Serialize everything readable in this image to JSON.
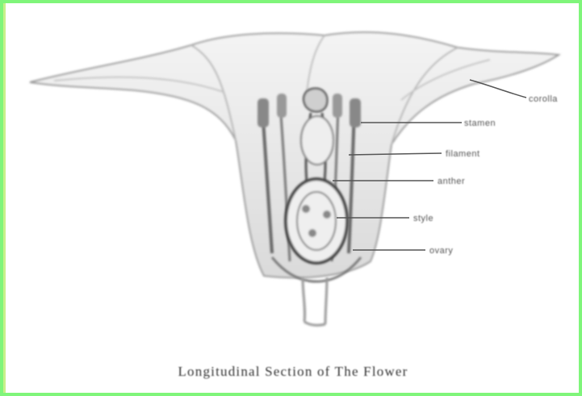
{
  "caption": "Longitudinal Section of The Flower",
  "labels": [
    "corolla",
    "stamen",
    "filament",
    "anther",
    "style",
    "ovary"
  ],
  "colors": {
    "frame": "#7ff57a",
    "background": "#ffffff",
    "ink": "#555555"
  }
}
